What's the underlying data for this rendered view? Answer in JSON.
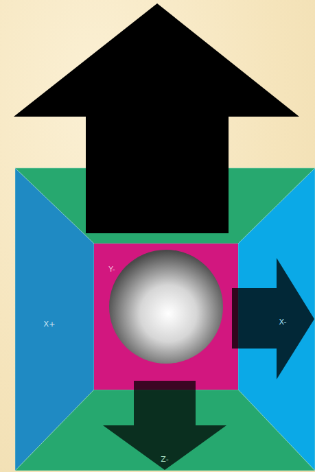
{
  "diagram": {
    "nodes": [
      {
        "text": [
          "Y-"
        ]
      },
      {
        "text": [
          "X+"
        ]
      },
      {
        "text": [
          "X-"
        ]
      },
      {
        "text": [
          "Z-"
        ]
      }
    ]
  }
}
